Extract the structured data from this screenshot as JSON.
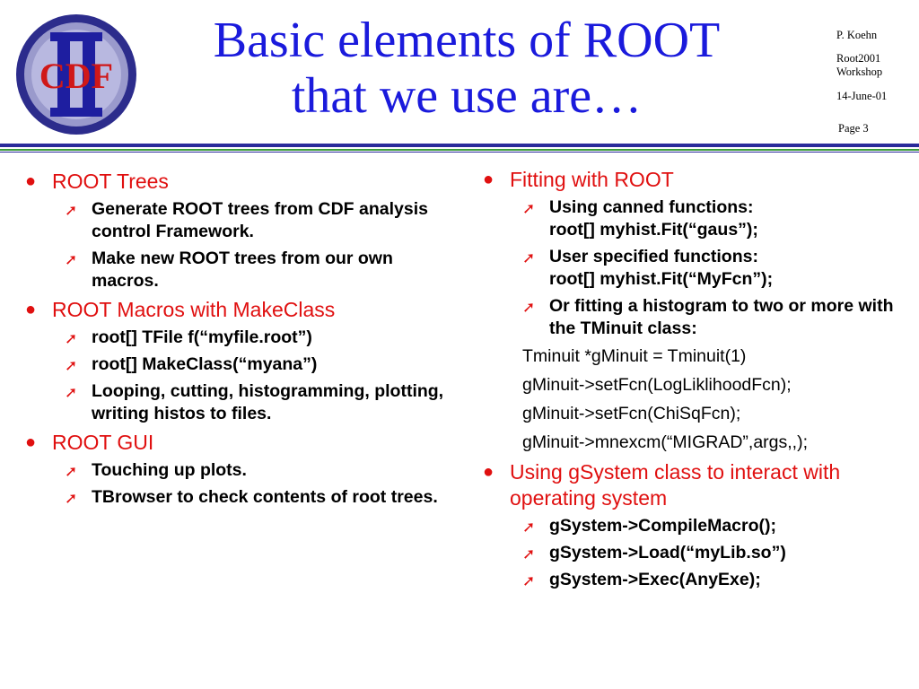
{
  "header": {
    "logo_text": "CDF",
    "title_line1": "Basic elements of ROOT",
    "title_line2": "that we use are…",
    "author": "P. Koehn",
    "workshop": "Root2001 Workshop",
    "date": "14-June-01",
    "page": "Page 3"
  },
  "colors": {
    "title": "#1a1adc",
    "bullet": "#e01010",
    "text": "#000000",
    "rule": "#2a2a9a",
    "rule_accent": "#3a9a3a"
  },
  "left": [
    {
      "label": "ROOT Trees",
      "subs": [
        "Generate ROOT trees from CDF analysis control Framework.",
        "Make new ROOT trees from our own macros."
      ]
    },
    {
      "label": "ROOT Macros with MakeClass",
      "subs": [
        "root[] TFile f(“myfile.root”)",
        "root[] MakeClass(“myana”)",
        "Looping, cutting, histogramming, plotting, writing histos to files."
      ]
    },
    {
      "label": "ROOT GUI",
      "subs": [
        "Touching up plots.",
        "TBrowser to check contents of root trees."
      ]
    }
  ],
  "right": {
    "b1": {
      "label": "Fitting with ROOT",
      "s1a": "Using canned functions:",
      "s1b": "root[] myhist.Fit(“gaus”);",
      "s2a": "User specified functions:",
      "s2b": "root[] myhist.Fit(“MyFcn”);",
      "s3": "Or fitting a histogram to two or more with the TMinuit class:",
      "code": [
        "Tminuit *gMinuit = Tminuit(1)",
        "gMinuit->setFcn(LogLiklihoodFcn);",
        "gMinuit->setFcn(ChiSqFcn);",
        "gMinuit->mnexcm(“MIGRAD”,args,,);"
      ]
    },
    "b2": {
      "label": "Using gSystem class to interact with operating system",
      "subs": [
        "gSystem->CompileMacro();",
        "gSystem->Load(“myLib.so”)",
        "gSystem->Exec(AnyExe);"
      ]
    }
  }
}
